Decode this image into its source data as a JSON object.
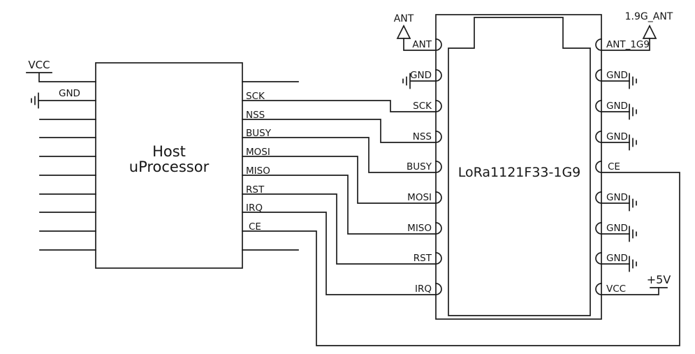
{
  "schematic": {
    "host": {
      "name_line1": "Host",
      "name_line2": "uProcessor",
      "pins_right": [
        "SCK",
        "NSS",
        "BUSY",
        "MOSI",
        "MISO",
        "RST",
        "IRQ",
        "CE"
      ]
    },
    "module": {
      "name": "LoRa1121F33-1G9",
      "pins_left": [
        "ANT",
        "GND",
        "SCK",
        "NSS",
        "BUSY",
        "MOSI",
        "MISO",
        "RST",
        "IRQ"
      ],
      "pins_right": [
        "ANT_1G9",
        "GND",
        "GND",
        "GND",
        "CE",
        "GND",
        "GND",
        "GND",
        "VCC"
      ]
    },
    "nets": {
      "vcc": "VCC",
      "gnd": "GND",
      "ant": "ANT",
      "ant_1g9": "1.9G_ANT",
      "v5": "+5V"
    },
    "colors": {
      "line": "#1c1c1c",
      "background": "#ffffff"
    }
  }
}
